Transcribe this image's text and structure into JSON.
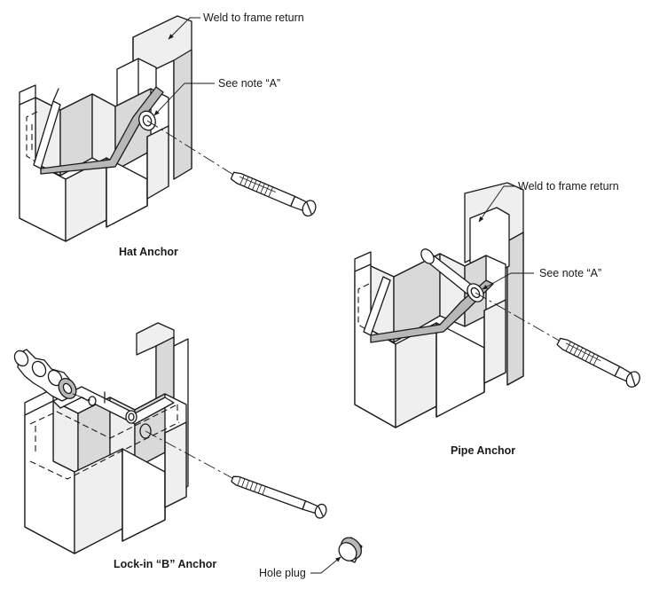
{
  "hat_anchor": {
    "title": "Hat Anchor",
    "callout_weld": "Weld to frame return",
    "callout_note": "See note “A”"
  },
  "pipe_anchor": {
    "title": "Pipe Anchor",
    "callout_weld": "Weld to frame return",
    "callout_note": "See note “A”"
  },
  "lockin_anchor": {
    "title": "Lock-in “B” Anchor",
    "callout_plug": "Hole plug"
  }
}
